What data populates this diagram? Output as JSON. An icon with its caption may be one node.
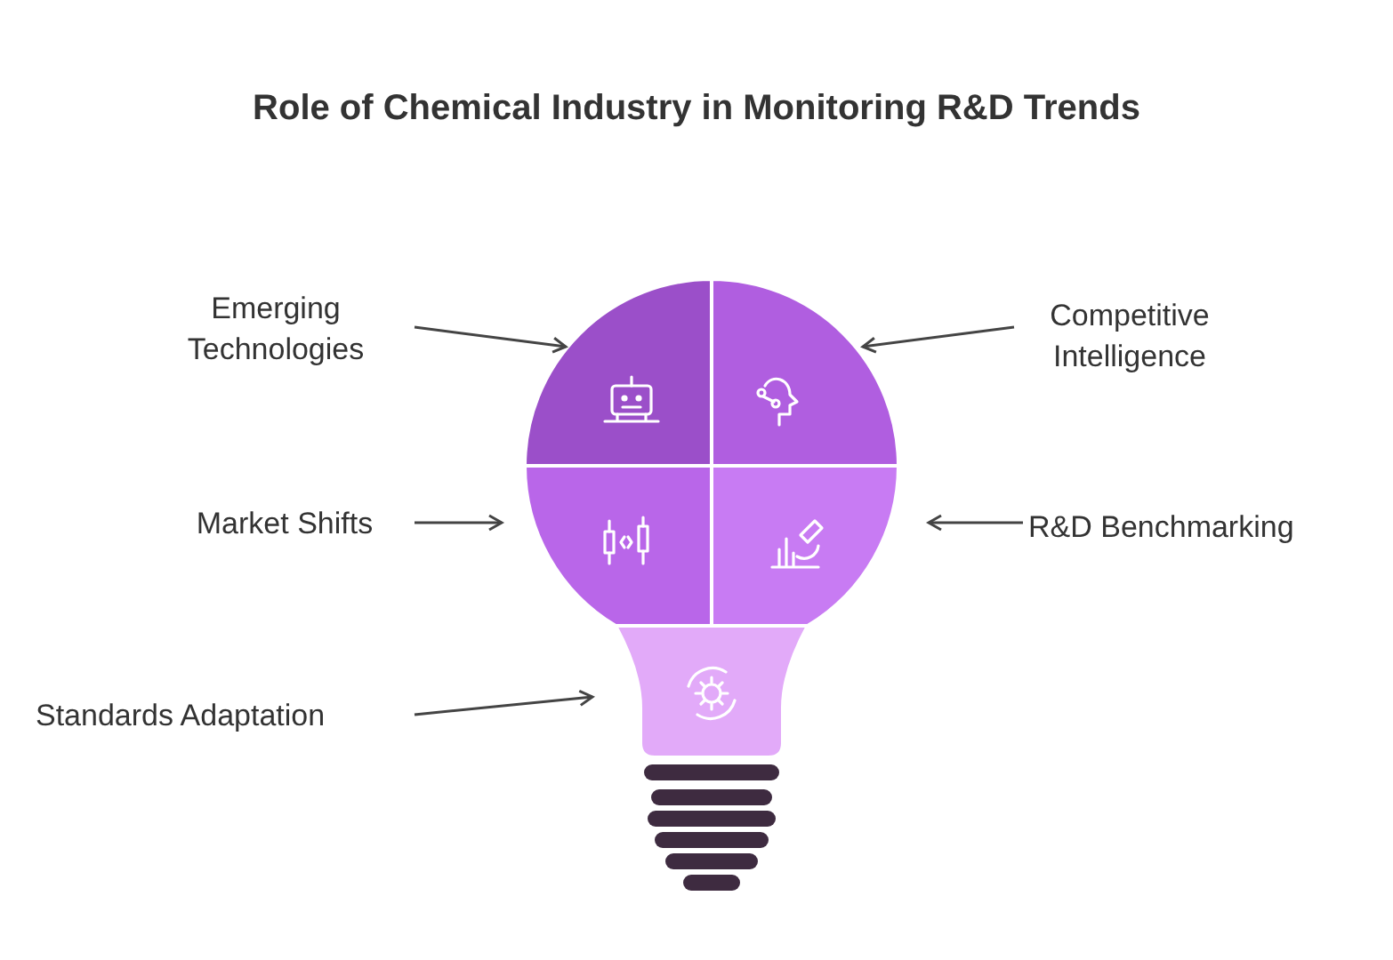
{
  "diagram": {
    "title": "Role of Chemical Industry in Monitoring R&D Trends",
    "nodes": [
      {
        "text": [
          "Emerging Technologies"
        ]
      },
      {
        "text": [],
        "shape": "segment"
      },
      {
        "text": [],
        "shape": "segment"
      },
      {
        "text": [
          "Competitive Intelligence"
        ]
      },
      {
        "text": [
          "Market Shifts"
        ]
      },
      {
        "text": [],
        "shape": "segment"
      },
      {
        "text": [],
        "shape": "segment"
      },
      {
        "text": [
          "R&D Benchmarking"
        ]
      },
      {
        "text": [
          "Standards Adaptation"
        ]
      },
      {
        "text": [],
        "shape": "segment"
      }
    ],
    "edges": [
      {
        "from": 0,
        "to": 1,
        "arrow": "to"
      },
      {
        "from": 3,
        "to": 2,
        "arrow": "to"
      },
      {
        "from": 4,
        "to": 5,
        "arrow": "to"
      },
      {
        "from": 7,
        "to": 6,
        "arrow": "to"
      },
      {
        "from": 8,
        "to": 9,
        "arrow": "to"
      }
    ]
  }
}
